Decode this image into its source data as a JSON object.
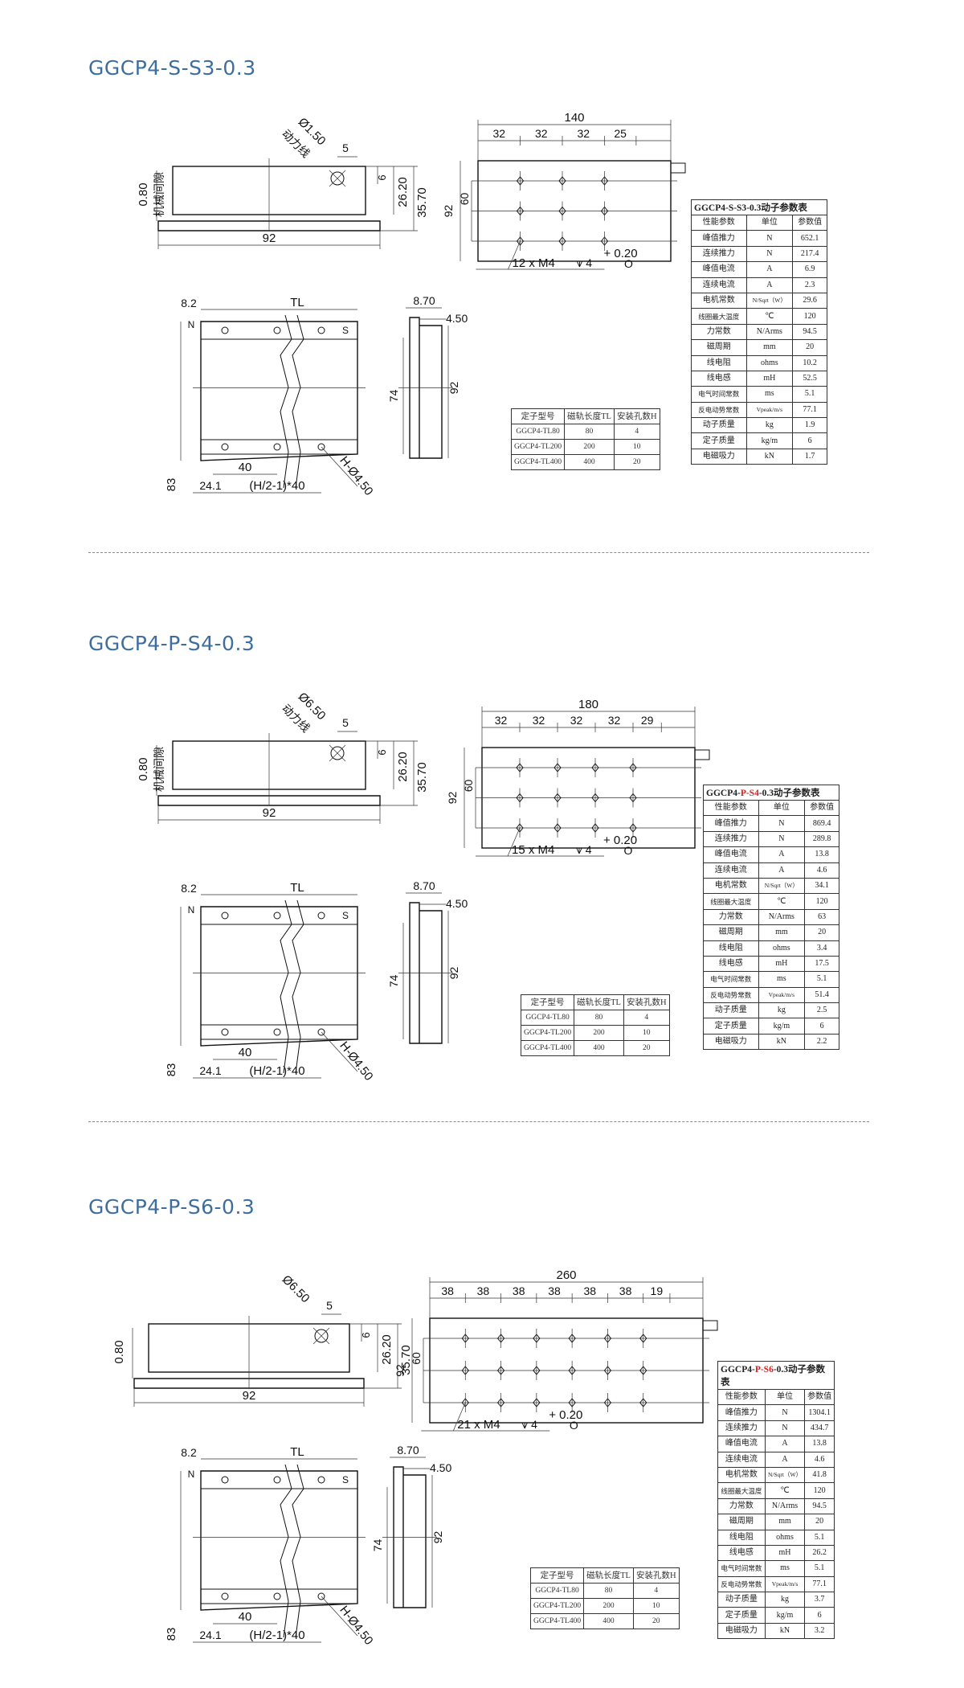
{
  "sections": [
    {
      "title": "GGCP4-S-S3-0.3",
      "dims": {
        "motor_hole": "Ø1.50",
        "power_wire": "动力线",
        "d5": "5",
        "d6": "6",
        "d2620": "26.20",
        "d3570": "35.70",
        "gap": "0.80",
        "gap_label": "机械间隙",
        "width": "92",
        "top_total": "140",
        "top_pitch": [
          "32",
          "32",
          "32",
          "25"
        ],
        "top_h": "92",
        "top_h2": "60",
        "holes": "12 x M4",
        "depth": "4",
        "tol": "+ 0.20",
        "tol2": "O",
        "s_82": "8.2",
        "s_tl": "TL",
        "s_n": "N",
        "s_s": "S",
        "s_83": "83",
        "s_40": "40",
        "s_241": "24.1",
        "s_formula": "(H/2-1)*40",
        "s_hole": "H-Ø4.50",
        "side_870": "8.70",
        "side_450": "4.50",
        "side_74": "74",
        "side_92": "92"
      },
      "param": {
        "caption_pre": "GGCP4-",
        "caption_mid": "S-S3",
        "caption_post": "-0.3动子参数表",
        "mid_red": false,
        "head": [
          "性能参数",
          "单位",
          "参数值"
        ],
        "rows": [
          [
            "峰值推力",
            "N",
            "652.1"
          ],
          [
            "连续推力",
            "N",
            "217.4"
          ],
          [
            "峰值电流",
            "A",
            "6.9"
          ],
          [
            "连续电流",
            "A",
            "2.3"
          ],
          [
            "电机常数",
            "N/Sqrt（W）",
            "29.6"
          ],
          [
            "线圈最大温度",
            "℃",
            "120"
          ],
          [
            "力常数",
            "N/Arms",
            "94.5"
          ],
          [
            "磁周期",
            "mm",
            "20"
          ],
          [
            "线电阻",
            "ohms",
            "10.2"
          ],
          [
            "线电感",
            "mH",
            "52.5"
          ],
          [
            "电气时间常数",
            "ms",
            "5.1"
          ],
          [
            "反电动势常数",
            "Vpeak/m/s",
            "77.1"
          ],
          [
            "动子质量",
            "kg",
            "1.9"
          ],
          [
            "定子质量",
            "kg/m",
            "6"
          ],
          [
            "电磁吸力",
            "kN",
            "1.7"
          ]
        ]
      },
      "stator": {
        "rows": [
          [
            "定子型号",
            "磁轨长度TL",
            "安装孔数H"
          ],
          [
            "GGCP4-TL80",
            "80",
            "4"
          ],
          [
            "GGCP4-TL200",
            "200",
            "10"
          ],
          [
            "GGCP4-TL400",
            "400",
            "20"
          ]
        ]
      }
    },
    {
      "title": "GGCP4-P-S4-0.3",
      "dims": {
        "motor_hole": "Ø6.50",
        "power_wire": "动力线",
        "d5": "5",
        "d6": "6",
        "d2620": "26.20",
        "d3570": "35.70",
        "gap": "0.80",
        "gap_label": "机械间隙",
        "width": "92",
        "top_total": "180",
        "top_pitch": [
          "32",
          "32",
          "32",
          "32",
          "29"
        ],
        "top_h": "92",
        "top_h2": "60",
        "holes": "15 x M4",
        "depth": "4",
        "tol": "+ 0.20",
        "tol2": "O",
        "s_82": "8.2",
        "s_tl": "TL",
        "s_n": "N",
        "s_s": "S",
        "s_83": "83",
        "s_40": "40",
        "s_241": "24.1",
        "s_formula": "(H/2-1)*40",
        "s_hole": "H-Ø4.50",
        "side_870": "8.70",
        "side_450": "4.50",
        "side_74": "74",
        "side_92": "92"
      },
      "param": {
        "caption_pre": "GGCP4-",
        "caption_mid": "P-S4",
        "caption_post": "-0.3动子参数表",
        "mid_red": true,
        "head": [
          "性能参数",
          "单位",
          "参数值"
        ],
        "rows": [
          [
            "峰值推力",
            "N",
            "869.4"
          ],
          [
            "连续推力",
            "N",
            "289.8"
          ],
          [
            "峰值电流",
            "A",
            "13.8"
          ],
          [
            "连续电流",
            "A",
            "4.6"
          ],
          [
            "电机常数",
            "N/Sqrt（W）",
            "34.1"
          ],
          [
            "线圈最大温度",
            "℃",
            "120"
          ],
          [
            "力常数",
            "N/Arms",
            "63"
          ],
          [
            "磁周期",
            "mm",
            "20"
          ],
          [
            "线电阻",
            "ohms",
            "3.4"
          ],
          [
            "线电感",
            "mH",
            "17.5"
          ],
          [
            "电气时间常数",
            "ms",
            "5.1"
          ],
          [
            "反电动势常数",
            "Vpeak/m/s",
            "51.4"
          ],
          [
            "动子质量",
            "kg",
            "2.5"
          ],
          [
            "定子质量",
            "kg/m",
            "6"
          ],
          [
            "电磁吸力",
            "kN",
            "2.2"
          ]
        ]
      },
      "stator": {
        "rows": [
          [
            "定子型号",
            "磁轨长度TL",
            "安装孔数H"
          ],
          [
            "GGCP4-TL80",
            "80",
            "4"
          ],
          [
            "GGCP4-TL200",
            "200",
            "10"
          ],
          [
            "GGCP4-TL400",
            "400",
            "20"
          ]
        ]
      }
    },
    {
      "title": "GGCP4-P-S6-0.3",
      "dims": {
        "motor_hole": "Ø6.50",
        "power_wire": "",
        "d5": "5",
        "d6": "6",
        "d2620": "26.20",
        "d3570": "35.70",
        "gap": "0.80",
        "gap_label": "",
        "width": "92",
        "top_total": "260",
        "top_pitch": [
          "38",
          "38",
          "38",
          "38",
          "38",
          "38",
          "19"
        ],
        "top_h": "92",
        "top_h2": "60",
        "holes": "21 x M4",
        "depth": "4",
        "tol": "+ 0.20",
        "tol2": "O",
        "s_82": "8.2",
        "s_tl": "TL",
        "s_n": "N",
        "s_s": "S",
        "s_83": "83",
        "s_40": "40",
        "s_241": "24.1",
        "s_formula": "(H/2-1)*40",
        "s_hole": "H-Ø4.50",
        "side_870": "8.70",
        "side_450": "4.50",
        "side_74": "74",
        "side_92": "92"
      },
      "param": {
        "caption_pre": "GGCP4-",
        "caption_mid": "P-S6",
        "caption_post": "-0.3动子参数表",
        "mid_red": true,
        "head": [
          "性能参数",
          "单位",
          "参数值"
        ],
        "rows": [
          [
            "峰值推力",
            "N",
            "1304.1"
          ],
          [
            "连续推力",
            "N",
            "434.7"
          ],
          [
            "峰值电流",
            "A",
            "13.8"
          ],
          [
            "连续电流",
            "A",
            "4.6"
          ],
          [
            "电机常数",
            "N/Sqrt（W）",
            "41.8"
          ],
          [
            "线圈最大温度",
            "℃",
            "120"
          ],
          [
            "力常数",
            "N/Arms",
            "94.5"
          ],
          [
            "磁周期",
            "mm",
            "20"
          ],
          [
            "线电阻",
            "ohms",
            "5.1"
          ],
          [
            "线电感",
            "mH",
            "26.2"
          ],
          [
            "电气时间常数",
            "ms",
            "5.1"
          ],
          [
            "反电动势常数",
            "Vpeak/m/s",
            "77.1"
          ],
          [
            "动子质量",
            "kg",
            "3.7"
          ],
          [
            "定子质量",
            "kg/m",
            "6"
          ],
          [
            "电磁吸力",
            "kN",
            "3.2"
          ]
        ]
      },
      "stator": {
        "rows": [
          [
            "定子型号",
            "磁轨长度TL",
            "安装孔数H"
          ],
          [
            "GGCP4-TL80",
            "80",
            "4"
          ],
          [
            "GGCP4-TL200",
            "200",
            "10"
          ],
          [
            "GGCP4-TL400",
            "400",
            "20"
          ]
        ]
      }
    }
  ]
}
